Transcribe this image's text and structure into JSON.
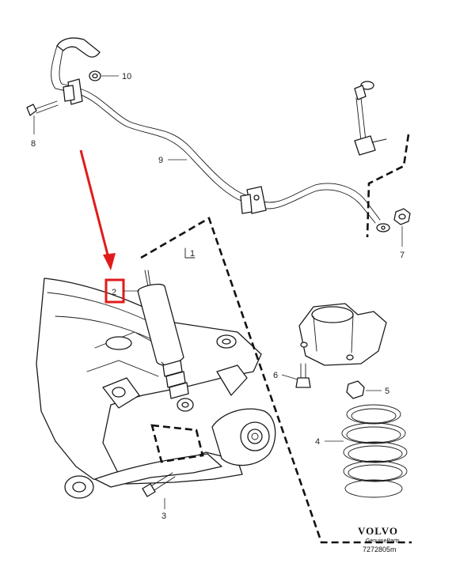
{
  "diagram": {
    "callouts": {
      "c1": "1",
      "c2": "2",
      "c3": "3",
      "c4": "4",
      "c5": "5",
      "c6": "6",
      "c7": "7",
      "c8": "8",
      "c9": "9",
      "c10": "10"
    },
    "highlight_color": "#e01b1b",
    "line_color": "#1a1a1a"
  },
  "footer": {
    "brand": "VOLVO",
    "brand_sub": "GenuineParts",
    "drawing_code": "7272805m"
  }
}
